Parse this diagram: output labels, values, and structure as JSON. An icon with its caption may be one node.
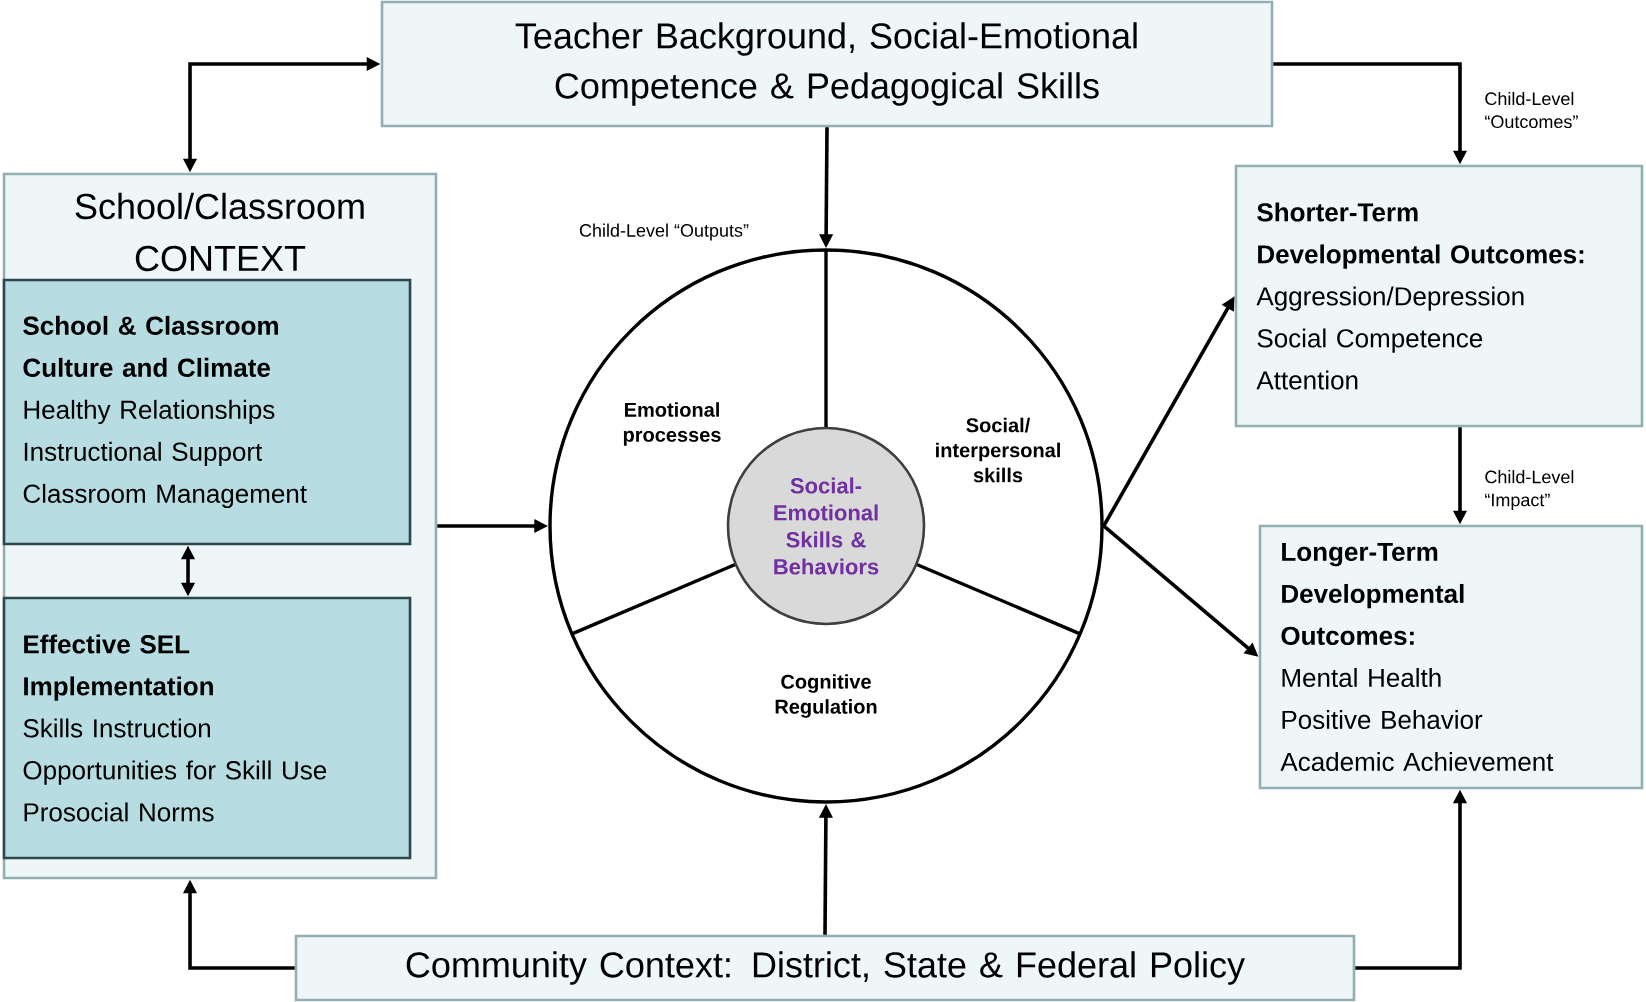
{
  "diagram": {
    "nodes": [
      {
        "text": [
          "Teacher Background, Social-Emotional Competence & Pedagogical Skills"
        ]
      },
      {
        "text": [
          "School/Classroom CONTEXT"
        ]
      },
      {
        "text": [
          "School & Classroom Culture and Climate",
          "Healthy Relationships",
          "Instructional Support",
          "Classroom Management"
        ],
        "in": 1
      },
      {
        "text": [
          "Effective SEL Implementation",
          "Skills Instruction",
          "Opportunities for Skill Use",
          "Prosocial Norms"
        ],
        "in": 1
      },
      {
        "text": [
          "Emotional processes",
          "Social/ interpersonal skills",
          "Cognitive Regulation"
        ]
      },
      {
        "text": [
          "Social-Emotional Skills & Behaviors"
        ],
        "in": 4
      },
      {
        "text": [
          "Shorter-Term Developmental Outcomes:",
          "Aggression/Depression",
          "Social Competence",
          "Attention"
        ]
      },
      {
        "text": [
          "Longer-Term Developmental Outcomes:",
          "Mental Health",
          "Positive Behavior",
          "Academic Achievement"
        ]
      },
      {
        "text": [
          "Community Context: District, State & Federal Policy"
        ]
      }
    ],
    "edges": [
      {
        "from": 0,
        "to": 1,
        "arrow": "both"
      },
      {
        "from": 0,
        "to": 4,
        "arrow": "to",
        "label": "Child-Level “Outputs”"
      },
      {
        "from": 0,
        "to": 6,
        "arrow": "to",
        "label": "Child-Level “Outcomes”"
      },
      {
        "from": 2,
        "to": 3,
        "arrow": "both"
      },
      {
        "from": 1,
        "to": 4,
        "arrow": "to"
      },
      {
        "from": 4,
        "to": 6,
        "arrow": "to"
      },
      {
        "from": 4,
        "to": 7,
        "arrow": "to"
      },
      {
        "from": 6,
        "to": 7,
        "arrow": "to",
        "label": "Child-Level “Impact”"
      },
      {
        "from": 8,
        "to": 4,
        "arrow": "to"
      },
      {
        "from": 8,
        "to": 1,
        "arrow": "to"
      },
      {
        "from": 8,
        "to": 7,
        "arrow": "to"
      }
    ]
  }
}
